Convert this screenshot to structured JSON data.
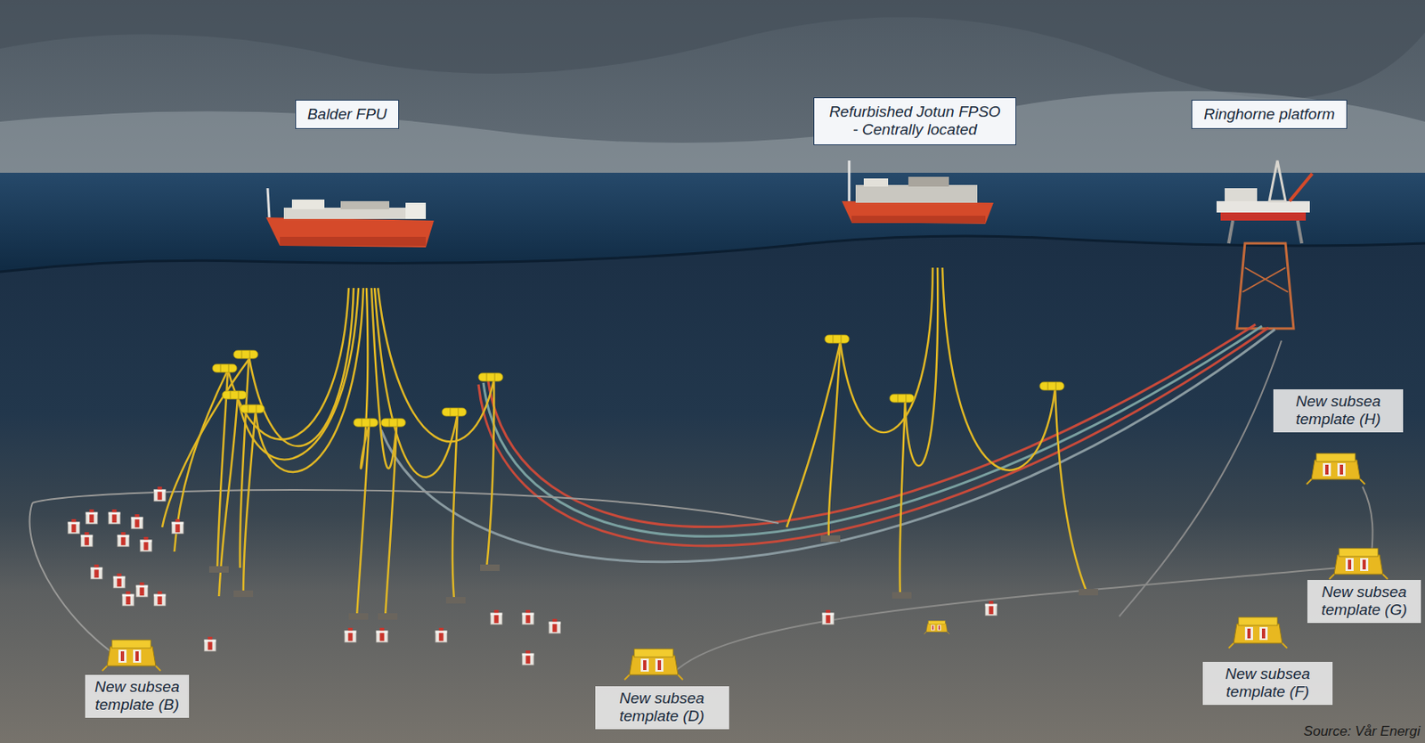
{
  "diagram": {
    "nodes": [
      {
        "text": [
          "Balder FPU"
        ]
      },
      {
        "text": [
          "Refurbished Jotun FPSO - Centrally located"
        ]
      },
      {
        "text": [
          "Ringhorne platform"
        ]
      },
      {
        "text": [
          "New subsea template (H)"
        ]
      },
      {
        "text": [
          "New subsea template (G)"
        ]
      },
      {
        "text": [
          "New subsea template (F)"
        ]
      },
      {
        "text": [
          "New subsea template (B)"
        ]
      },
      {
        "text": [
          "New subsea template (D)"
        ]
      }
    ],
    "labels": [
      "Source: Vår Energi"
    ]
  }
}
